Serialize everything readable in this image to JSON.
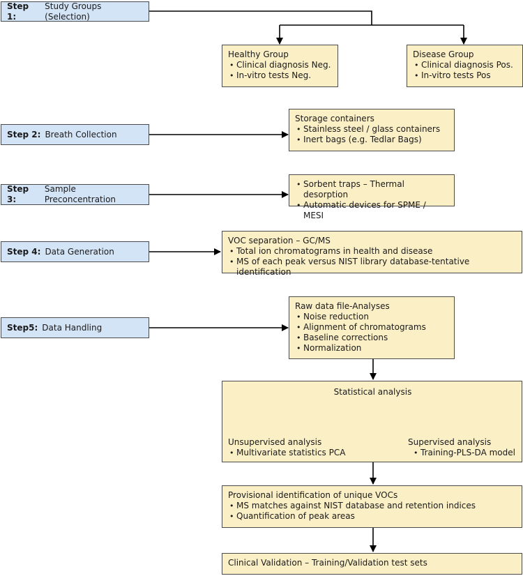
{
  "steps": [
    {
      "num": "Step 1:",
      "label": "Study Groups (Selection)"
    },
    {
      "num": "Step 2:",
      "label": "Breath Collection"
    },
    {
      "num": "Step 3:",
      "label": "Sample Preconcentration"
    },
    {
      "num": "Step 4:",
      "label": "Data Generation"
    },
    {
      "num": "Step5:",
      "label": "Data Handling"
    }
  ],
  "healthy": {
    "title": "Healthy Group",
    "items": [
      "Clinical diagnosis Neg.",
      "In-vitro tests Neg."
    ]
  },
  "disease": {
    "title": "Disease Group",
    "items": [
      "Clinical diagnosis Pos.",
      "In-vitro tests Pos"
    ]
  },
  "storage": {
    "title": "Storage containers",
    "items": [
      "Stainless steel / glass containers",
      "Inert bags (e.g. Tedlar Bags)"
    ]
  },
  "precon": {
    "items": [
      "Sorbent traps – Thermal desorption",
      "Automatic devices for SPME / MESI"
    ]
  },
  "voc": {
    "title": "VOC separation – GC/MS",
    "items": [
      "Total ion chromatograms in health and disease",
      "MS of each peak versus NIST library database-tentative identification"
    ]
  },
  "raw": {
    "title": "Raw data file-Analyses",
    "items": [
      "Noise reduction",
      "Alignment of chromatograms",
      "Baseline corrections",
      "Normalization"
    ]
  },
  "stats": {
    "title": "Statistical analysis",
    "unsup": {
      "title": "Unsupervised analysis",
      "items": [
        "Multivariate statistics PCA"
      ]
    },
    "sup": {
      "title": "Supervised analysis",
      "items": [
        "Training-PLS-DA model"
      ]
    }
  },
  "provisional": {
    "title": "Provisional identification of unique VOCs",
    "items": [
      "MS matches against NIST database and retention indices",
      "Quantification of peak areas"
    ]
  },
  "validation": {
    "title": "Clinical Validation – Training/Validation test sets"
  }
}
